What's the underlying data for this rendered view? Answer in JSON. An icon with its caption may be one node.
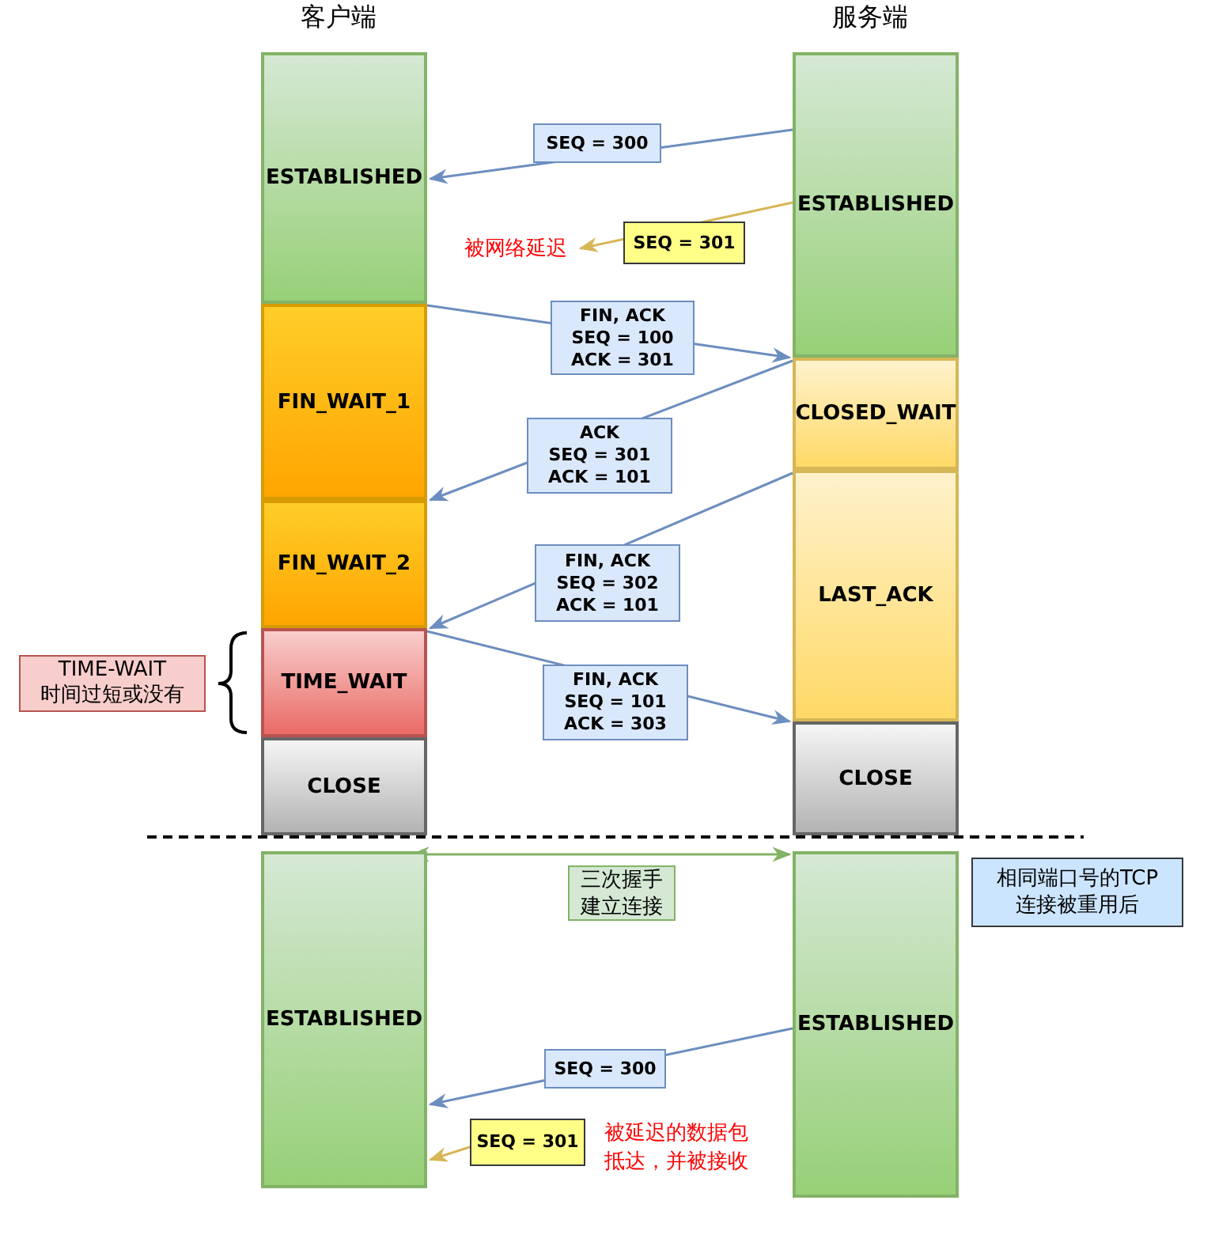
{
  "diagram": {
    "nodes": [
      {
        "text": [
          "ESTABLISHED"
        ]
      },
      {
        "text": [
          "FIN_WAIT_1"
        ]
      },
      {
        "text": [
          "FIN_WAIT_2"
        ]
      },
      {
        "text": [
          "TIME_WAIT"
        ]
      },
      {
        "text": [
          "CLOSE"
        ]
      },
      {
        "text": [
          "ESTABLISHED"
        ]
      },
      {
        "text": [
          "CLOSED_WAIT"
        ]
      },
      {
        "text": [
          "LAST_ACK"
        ]
      },
      {
        "text": [
          "CLOSE"
        ]
      },
      {
        "text": [
          "ESTABLISHED"
        ]
      },
      {
        "text": [
          "ESTABLISHED"
        ]
      },
      {
        "text": [
          "被网络延迟"
        ]
      },
      {
        "text": [
          "TIME-WAIT 时间过短或没有"
        ]
      },
      {
        "text": [
          "相同端口号的TCP 连接被重用后"
        ]
      }
    ],
    "edges": [
      {
        "from": 5,
        "to": 0,
        "arrow": "to",
        "label": "SEQ = 300"
      },
      {
        "from": 5,
        "to": 11,
        "arrow": "to",
        "label": "SEQ = 301",
        "color": "#d6b656"
      },
      {
        "from": 0,
        "to": 5,
        "arrow": "to",
        "label": "FIN, ACK SEQ = 100 ACK = 301"
      },
      {
        "from": 6,
        "to": 1,
        "arrow": "to",
        "label": "ACK SEQ = 301 ACK = 101"
      },
      {
        "from": 7,
        "to": 3,
        "arrow": "to",
        "label": "FIN, ACK SEQ = 302 ACK = 101"
      },
      {
        "from": 3,
        "to": 8,
        "arrow": "to",
        "label": "FIN, ACK SEQ = 101 ACK = 303"
      },
      {
        "from": 9,
        "to": 10,
        "arrow": "both",
        "label": "三次握手建立连接",
        "color": "#82b366"
      },
      {
        "from": 10,
        "to": 9,
        "arrow": "to",
        "label": "SEQ = 300"
      },
      {
        "from": null,
        "to": 9,
        "arrow": "to",
        "label": "SEQ = 301",
        "color": "#d6b656"
      }
    ],
    "labels": [
      "客户端",
      "服务端",
      "被延迟的数据包抵达，并被接收"
    ]
  }
}
